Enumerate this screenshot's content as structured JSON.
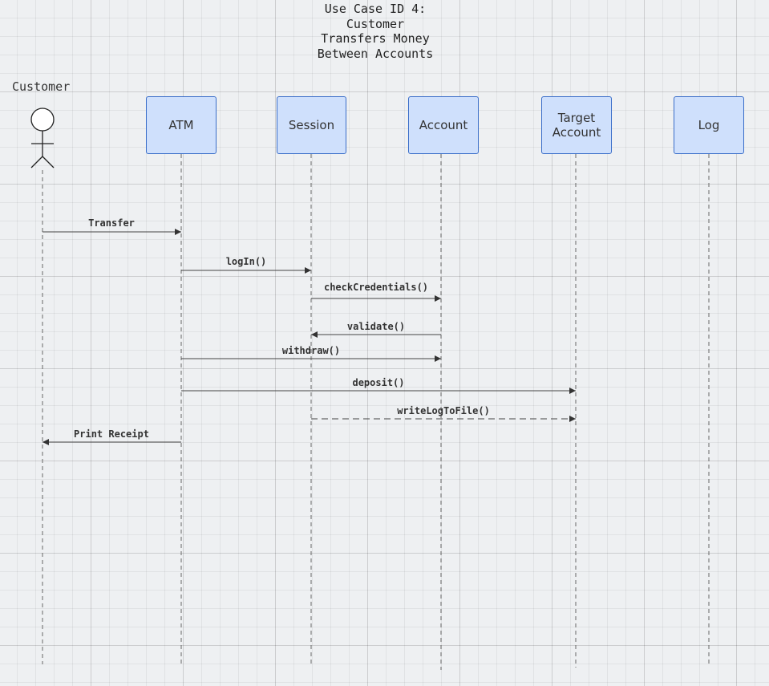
{
  "title_lines": [
    "Use Case ID 4:",
    "Customer",
    "Transfers Money",
    "Between Accounts"
  ],
  "actor": {
    "label": "Customer"
  },
  "participants": [
    {
      "id": "atm",
      "lines": [
        "ATM"
      ]
    },
    {
      "id": "session",
      "lines": [
        "Session"
      ]
    },
    {
      "id": "account",
      "lines": [
        "Account"
      ]
    },
    {
      "id": "target-account",
      "lines": [
        "Target",
        "Account"
      ]
    },
    {
      "id": "log",
      "lines": [
        "Log"
      ]
    }
  ],
  "messages": [
    {
      "from": "customer",
      "to": "atm",
      "label": "Transfer",
      "style": "solid"
    },
    {
      "from": "atm",
      "to": "session",
      "label": "logIn()",
      "style": "solid"
    },
    {
      "from": "session",
      "to": "account",
      "label": "checkCredentials()",
      "style": "solid"
    },
    {
      "from": "account",
      "to": "session",
      "label": "validate()",
      "style": "solid"
    },
    {
      "from": "atm",
      "to": "account",
      "label": "withdraw()",
      "style": "solid"
    },
    {
      "from": "atm",
      "to": "target-account",
      "label": "deposit()",
      "style": "solid"
    },
    {
      "from": "session",
      "to": "target-account",
      "label": "writeLogToFile()",
      "style": "dashed"
    },
    {
      "from": "atm",
      "to": "customer",
      "label": "Print Receipt",
      "style": "solid"
    }
  ]
}
